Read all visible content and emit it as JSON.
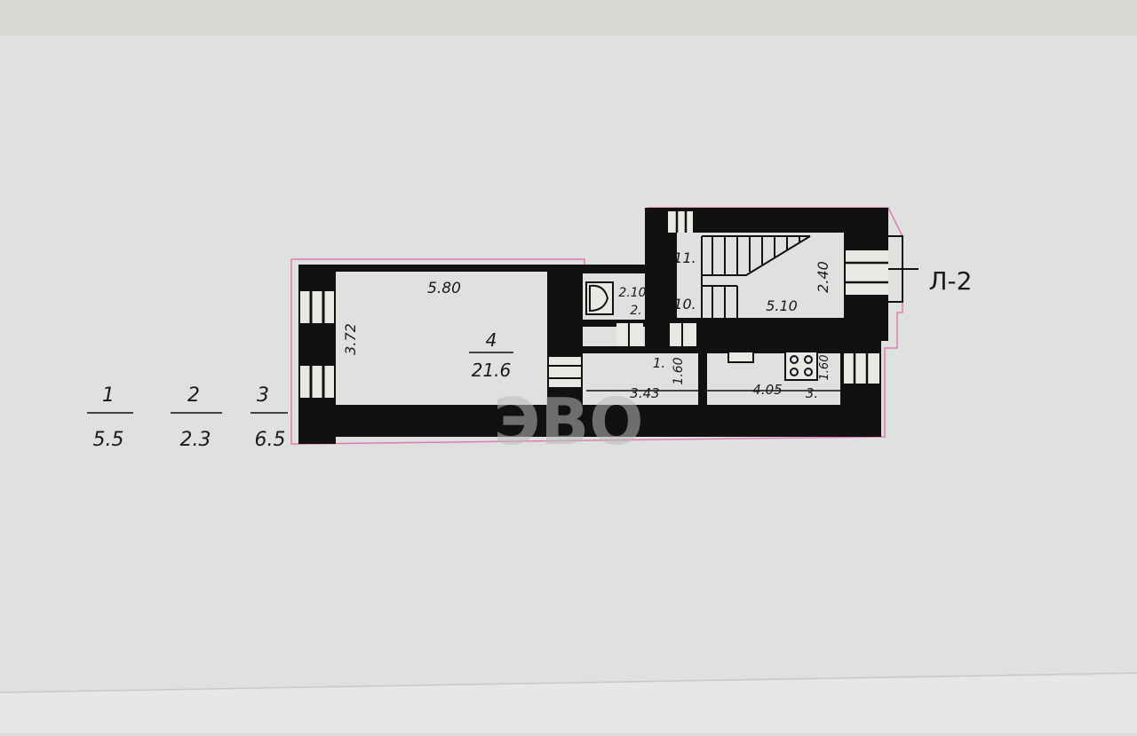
{
  "plan": {
    "room4": {
      "number": "4",
      "area": "21.6"
    },
    "dims": {
      "room4_width": "5.80",
      "room4_depth": "3.72",
      "wc_width": "2.10",
      "stair_width": "5.10",
      "stair_depth": "2.40",
      "hall_width": "3.43",
      "hall_depth": "1.60",
      "kitchen_width": "4.05",
      "kitchen_depth": "1.60"
    },
    "room_numbers": {
      "wc": "2.",
      "hall": "1.",
      "kitchen": "3.",
      "upper": "11.",
      "lower": "10."
    },
    "sheet_label": "Л-2",
    "watermark": "ЭВО"
  },
  "legend": [
    {
      "number": "1",
      "area": "5.5"
    },
    {
      "number": "2",
      "area": "2.3"
    },
    {
      "number": "3",
      "area": "6.5"
    }
  ]
}
